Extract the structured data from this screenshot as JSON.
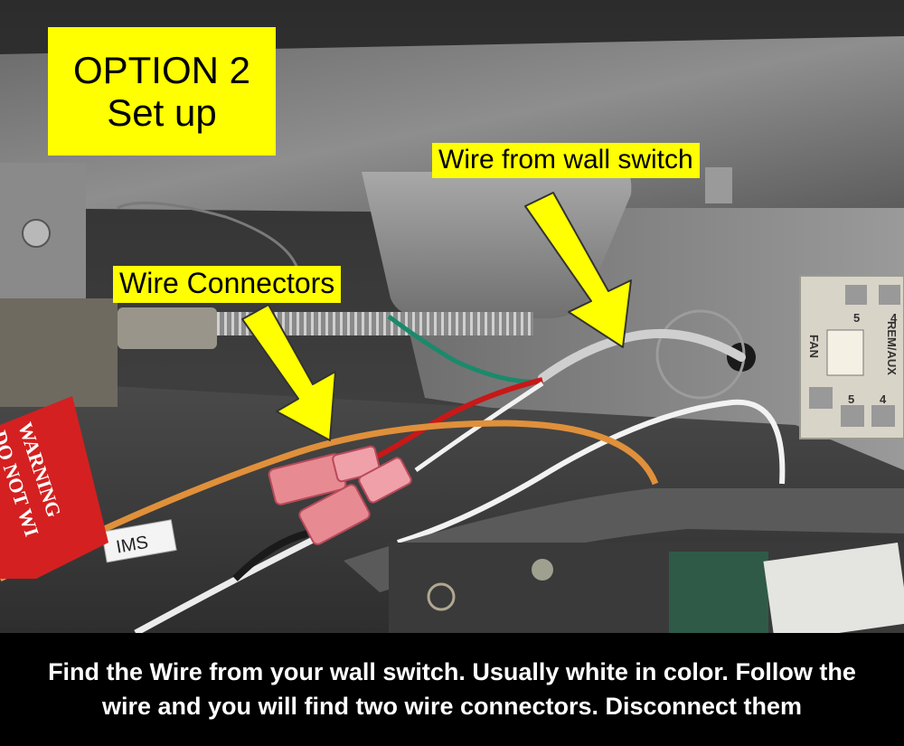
{
  "overlay": {
    "title_line1": "OPTION 2",
    "title_line2": "Set up",
    "wall_switch_label": "Wire from wall switch",
    "connectors_label": "Wire Connectors",
    "caption": "Find the Wire from your wall switch. Usually white in color. Follow the wire and you will find two wire connectors. Disconnect them"
  },
  "photo_text": {
    "warning_line1": "WARNING",
    "warning_line2": "DO NOT WI",
    "ims_tag": "IMS",
    "panel_fan": "FAN",
    "panel_remaux": "REM/AUX",
    "panel_num_a": "5",
    "panel_num_b": "4",
    "panel_num_c": "5",
    "panel_num_d": "4"
  },
  "colors": {
    "label_bg": "#ffff00",
    "arrow": "#ffff00",
    "caption_bg": "#000000",
    "caption_text": "#ffffff",
    "warning_red": "#d42020",
    "wire_orange": "#e0903a",
    "wire_red": "#c81818",
    "wire_white": "#f2f2f2",
    "wire_green": "#1a8a6a"
  }
}
